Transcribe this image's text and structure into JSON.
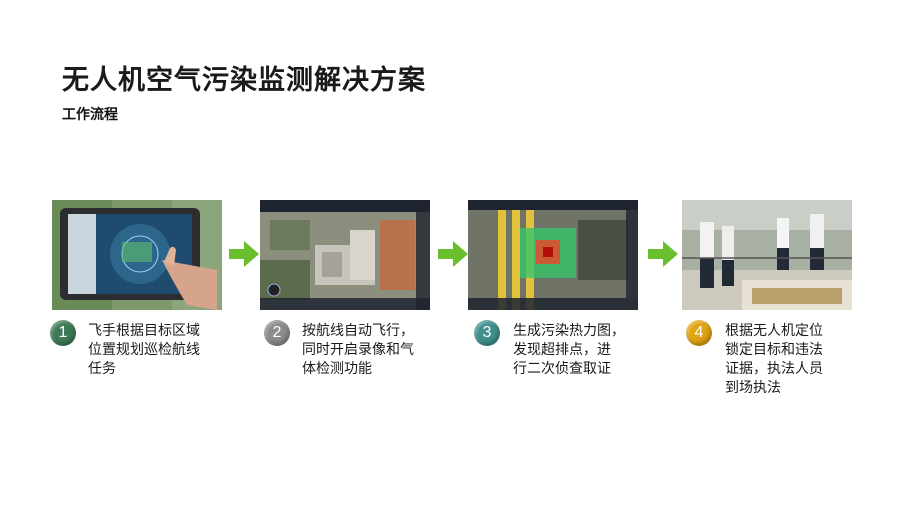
{
  "header": {
    "title": "无人机空气污染监测解决方案",
    "subtitle": "工作流程"
  },
  "steps": [
    {
      "number": "1",
      "lines": [
        "飞手根据目标区域",
        "位置规划巡检航线",
        "任务"
      ],
      "badge_color": "#3e7a55"
    },
    {
      "number": "2",
      "lines": [
        "按航线自动飞行，",
        "同时开启录像和气",
        "体检测功能"
      ],
      "badge_color": "#8c8c8c"
    },
    {
      "number": "3",
      "lines": [
        "生成污染热力图，",
        "发现超排点，进",
        "行二次侦查取证"
      ],
      "badge_color": "#3f8f8c"
    },
    {
      "number": "4",
      "lines": [
        "根据无人机定位",
        "锁定目标和违法",
        "证据，执法人员",
        "到场执法"
      ],
      "badge_color": "#e0a412"
    }
  ],
  "colors": {
    "arrow": "#6abf2e",
    "text": "#1a1a1a"
  }
}
